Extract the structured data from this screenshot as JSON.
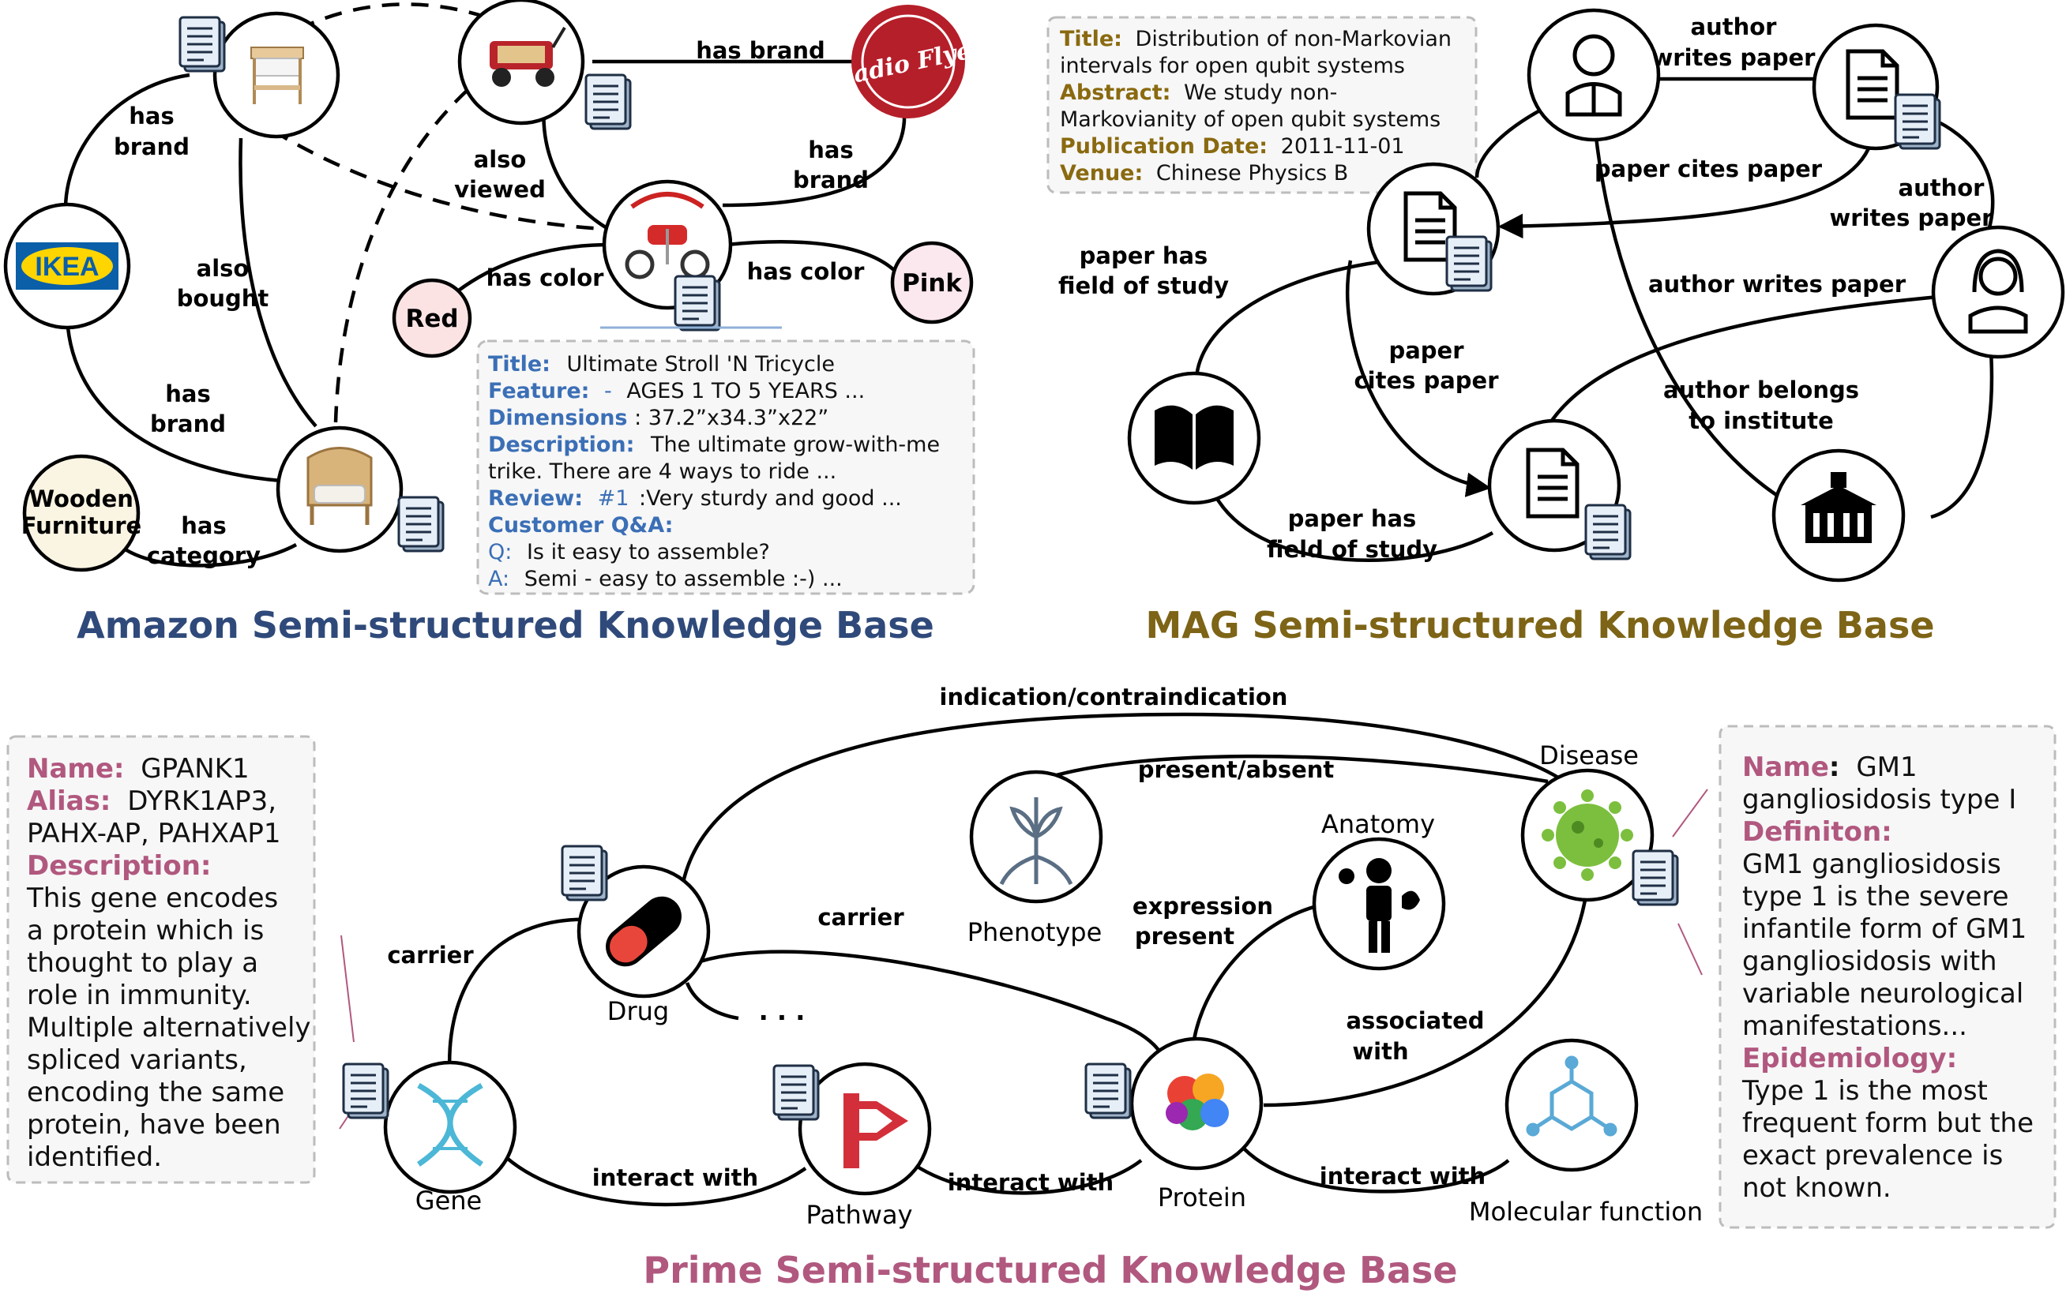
{
  "colors": {
    "amazon_title": "#2f4a7a",
    "mag_title": "#7d6416",
    "prime_title": "#b1587f",
    "amazon_key": "#3b6fb6",
    "mag_key": "#8a6a10",
    "prime_key": "#b1587f"
  },
  "amazon": {
    "title": "Amazon Semi-structured Knowledge Base",
    "logo_ikea": "IKEA",
    "logo_radio_flyer": "Radio Flyer",
    "node_red": "Red",
    "node_pink": "Pink",
    "node_wooden_1": "Wooden",
    "node_wooden_2": "Furniture",
    "edges": {
      "has_brand_1a": "has",
      "has_brand_1b": "brand",
      "has_brand_top": "has brand",
      "also_viewed_a": "also",
      "also_viewed_b": "viewed",
      "has_brand_2a": "has",
      "has_brand_2b": "brand",
      "also_bought_a": "also",
      "also_bought_b": "bought",
      "has_color_1": "has color",
      "has_color_2": "has color",
      "has_brand_3a": "has",
      "has_brand_3b": "brand",
      "has_category_a": "has",
      "has_category_b": "category"
    },
    "card": {
      "title_key": "Title:",
      "title_val": "Ultimate Stroll 'N Tricycle",
      "feature_key": "Feature:",
      "feature_dash": "-",
      "feature_val": "AGES 1 TO 5 YEARS ...",
      "dimensions_key": "Dimensions",
      "dimensions_val": ": 37.2”x34.3”x22”",
      "description_key": "Description:",
      "description_val": "The ultimate grow-with-me",
      "description_line2": "trike. There are 4 ways to ride ...",
      "review_key": "Review:",
      "review_num": "#1",
      "review_val": ":Very sturdy and good ...",
      "qa_key": "Customer Q&A:",
      "q_key": "Q:",
      "q_val": "Is it easy to assemble?",
      "a_key": "A:",
      "a_val": "Semi - easy to assemble :-) ..."
    }
  },
  "mag": {
    "title": "MAG Semi-structured Knowledge Base",
    "card": {
      "title_key": "Title:",
      "title_val": "Distribution of non-Markovian",
      "title_line2": "intervals for open qubit systems",
      "abstract_key": "Abstract:",
      "abstract_val": "We study non-",
      "abstract_line2": "Markovianity of open qubit systems",
      "date_key": "Publication Date:",
      "date_val": "2011-11-01",
      "venue_key": "Venue:",
      "venue_val": "Chinese Physics B"
    },
    "edges": {
      "author_writes_1a": "author",
      "author_writes_1b": "writes paper",
      "paper_cites_top": "paper cites paper",
      "author_writes_2a": "author",
      "author_writes_2b": "writes paper",
      "field_1a": "paper has",
      "field_1b": "field of study",
      "author_writes_3": "author writes paper",
      "cites_mid_a": "paper",
      "cites_mid_b": "cites paper",
      "belongs_a": "author belongs",
      "belongs_b": "to institute",
      "field_2a": "paper has",
      "field_2b": "field of study"
    }
  },
  "prime": {
    "title": "Prime Semi-structured Knowledge Base",
    "nodes": {
      "disease": "Disease",
      "anatomy": "Anatomy",
      "phenotype": "Phenotype",
      "drug": "Drug",
      "gene": "Gene",
      "pathway": "Pathway",
      "protein": "Protein",
      "molecular_function": "Molecular function",
      "ellipsis": "· · ·"
    },
    "edges": {
      "indication": "indication/contraindication",
      "present_absent": "present/absent",
      "carrier_1": "carrier",
      "carrier_2": "carrier",
      "expression_a": "expression",
      "expression_b": "present",
      "associated_a": "associated",
      "associated_b": "with",
      "interact_1": "interact with",
      "interact_2": "interact with",
      "interact_3": "interact with"
    },
    "left_card": {
      "name_key": "Name:",
      "name_val": "GPANK1",
      "alias_key": "Alias:",
      "alias_val": "DYRK1AP3,",
      "alias_line2": "PAHX-AP, PAHXAP1",
      "desc_key": "Description:",
      "desc_lines": [
        "This gene encodes",
        "a protein which is",
        "thought to play a",
        "role in immunity.",
        "Multiple alternatively",
        "spliced variants,",
        "encoding the same",
        "protein, have been",
        "identified."
      ]
    },
    "right_card": {
      "name_key": "Name",
      "name_colon": ":",
      "name_val": "GM1",
      "name_line2": "gangliosidosis type I",
      "def_key": "Definiton:",
      "def_lines": [
        "GM1 gangliosidosis",
        "type 1 is the severe",
        "infantile form of GM1",
        "gangliosidosis with",
        "variable neurological",
        "manifestations..."
      ],
      "epi_key": "Epidemiology:",
      "epi_lines": [
        "Type 1 is the most",
        "frequent form but the",
        "exact prevalence is",
        "not known."
      ]
    }
  }
}
